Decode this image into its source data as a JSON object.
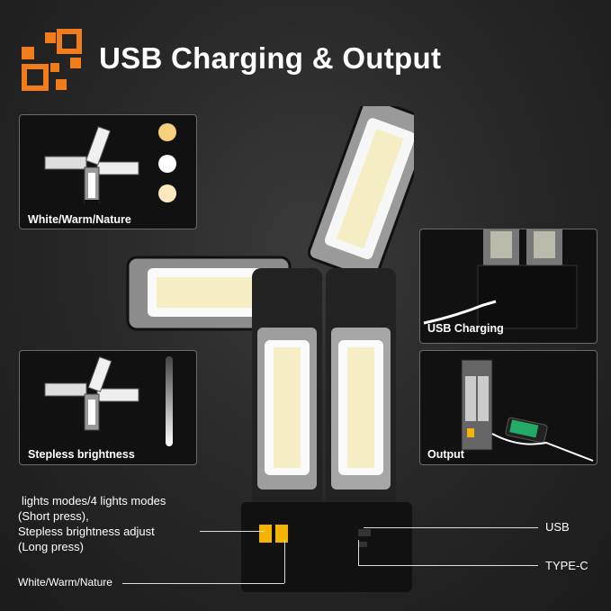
{
  "title": "USB Charging & Output",
  "panels": {
    "color_modes": {
      "label": "White/Warm/Nature",
      "dot_colors": [
        "#f8cf7a",
        "#ffffff",
        "#fde9c0"
      ]
    },
    "stepless": {
      "label": "Stepless brightness"
    },
    "usb_charging": {
      "label": "USB Charging"
    },
    "output": {
      "label": "Output"
    }
  },
  "callouts": {
    "modes_line1": "lights modes/4 lights modes",
    "modes_line2": "(Short press),",
    "modes_line3": "Stepless brightness adjust",
    "modes_line4": "(Long press)",
    "white_warm": "White/Warm/Nature",
    "usb": "USB",
    "typec": "TYPE-C"
  },
  "colors": {
    "accent": "#f07c1c",
    "button": "#f5b400"
  },
  "icons": [
    "grid-logo-icon"
  ]
}
